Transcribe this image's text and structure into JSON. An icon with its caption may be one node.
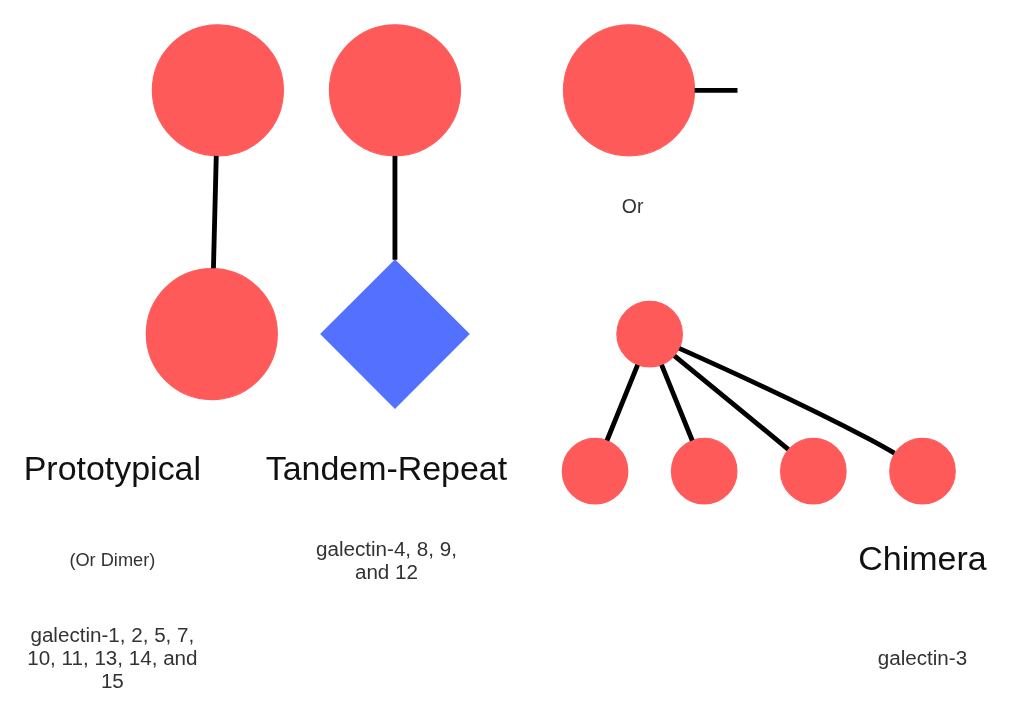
{
  "diagram": {
    "nodes": [
      {
        "text": [],
        "shape": "circle"
      },
      {
        "text": [],
        "shape": "circle"
      },
      {
        "text": [],
        "shape": "circle"
      },
      {
        "text": [],
        "shape": "diamond"
      },
      {
        "text": [],
        "shape": "circle"
      },
      {
        "text": [],
        "shape": "circle"
      },
      {
        "text": [],
        "shape": "circle"
      },
      {
        "text": [],
        "shape": "circle"
      },
      {
        "text": [],
        "shape": "circle"
      },
      {
        "text": [],
        "shape": "circle"
      }
    ],
    "edges": [
      {
        "from": 0,
        "to": 1,
        "arrow": "none"
      },
      {
        "from": 2,
        "to": 3,
        "arrow": "none"
      },
      {
        "from": 4,
        "to": null,
        "arrow": "none"
      },
      {
        "from": 5,
        "to": 6,
        "arrow": "none"
      },
      {
        "from": 5,
        "to": 7,
        "arrow": "none"
      },
      {
        "from": 5,
        "to": 8,
        "arrow": "none"
      },
      {
        "from": 5,
        "to": 9,
        "arrow": "none"
      }
    ],
    "labels": [
      "Or",
      "Prototypical",
      "(Or Dimer)",
      "galectin-1, 2, 5, 7, 10, 11, 13, 14, and 15",
      "Tandem-Repeat",
      "galectin-4, 8, 9, and 12",
      "Chimera",
      "galectin-3"
    ]
  }
}
